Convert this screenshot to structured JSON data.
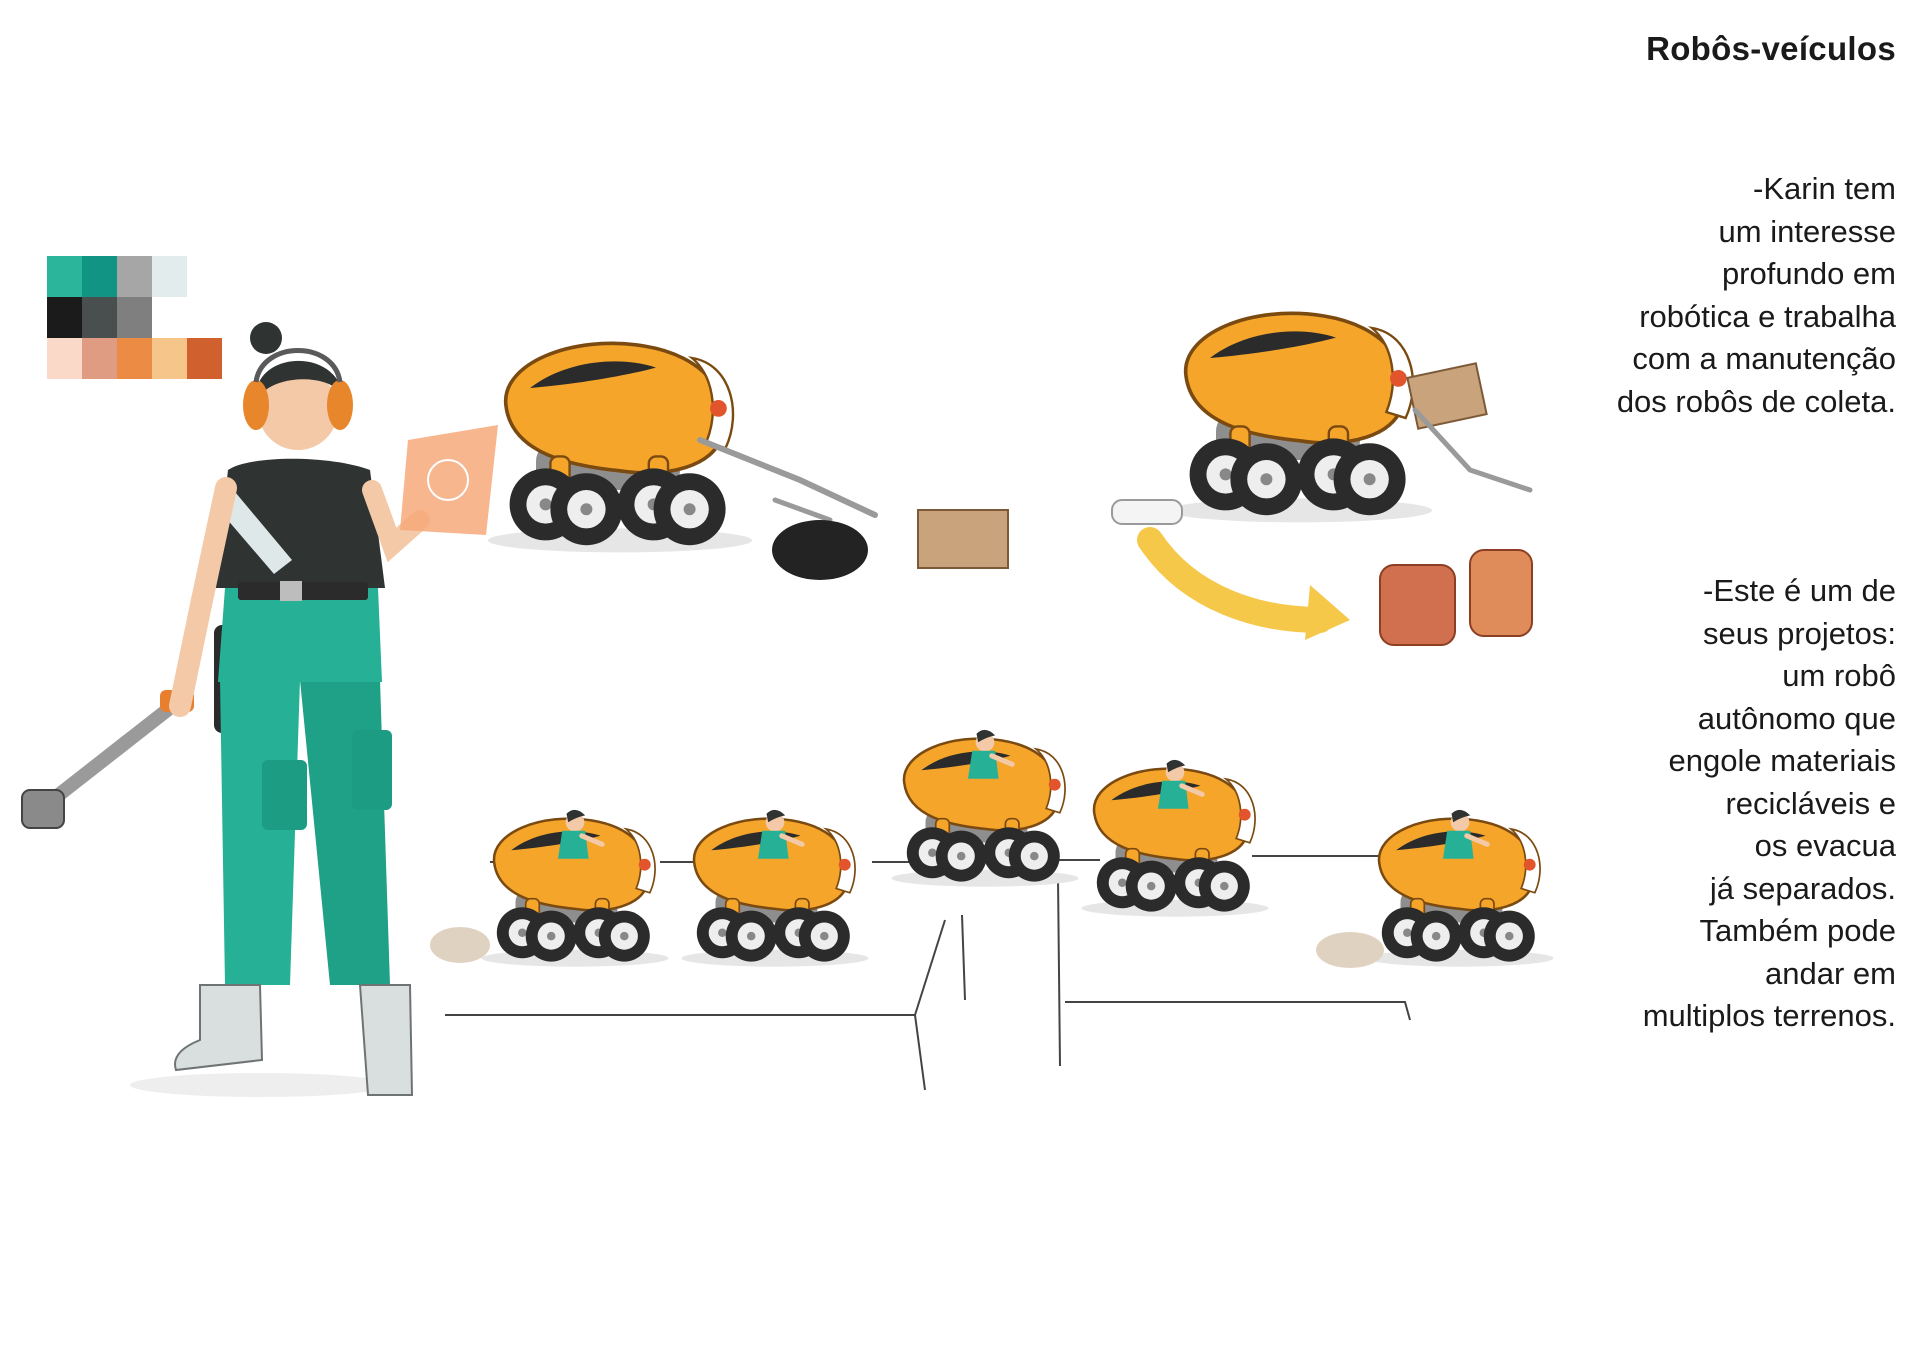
{
  "page": {
    "title": "Robôs-veículos",
    "paragraph1": [
      "-Karin tem",
      "um interesse",
      "profundo em",
      "robótica e trabalha",
      "com a manutenção",
      "dos robôs de coleta."
    ],
    "paragraph2": [
      "-Este é um de",
      "seus projetos:",
      "um robô",
      "autônomo que",
      "engole materiais",
      "recicláveis e",
      "os evacua",
      "já separados.",
      "Também pode",
      "andar em",
      "multiplos terrenos."
    ]
  },
  "palette": {
    "row1": [
      "#2bb59a",
      "#129485",
      "#a6a6a6",
      "#e3ecec"
    ],
    "row2": [
      "#1b1b1b",
      "#494e4e",
      "#7f7f7f"
    ],
    "row3": [
      "#fbd9c9",
      "#df9c82",
      "#ec8c44",
      "#f5c58a",
      "#d0612e"
    ]
  },
  "colors": {
    "robot_body": "#f5a52a",
    "robot_dark": "#2b2b2b",
    "overalls": "#26b196",
    "shirt": "#2f3432",
    "arrow": "#f6c84a",
    "box": "#c9a37c"
  }
}
